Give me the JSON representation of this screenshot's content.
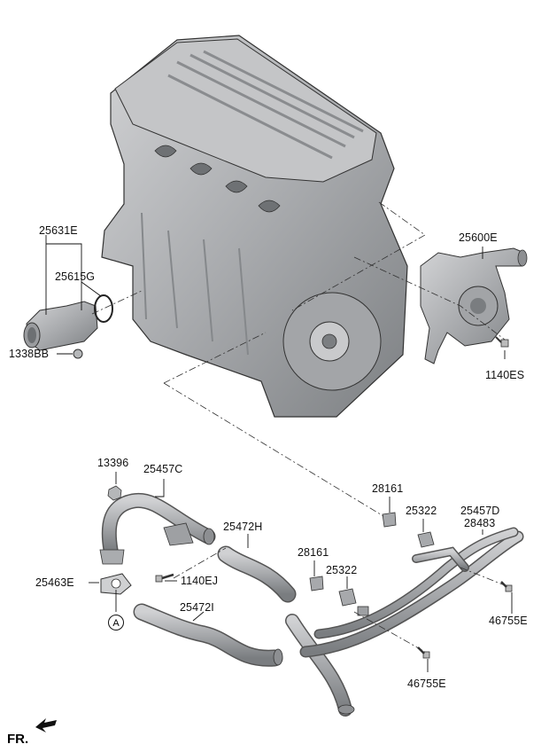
{
  "labels": {
    "p25631E": "25631E",
    "p25615G": "25615G",
    "p1338BB": "1338BB",
    "p25600E": "25600E",
    "p1140ES": "1140ES",
    "p13396": "13396",
    "p25457C": "25457C",
    "p28161a": "28161",
    "p25322a": "25322",
    "p25457D": "25457D",
    "p28483": "28483",
    "p25472H": "25472H",
    "p28161b": "28161",
    "p25322b": "25322",
    "p1140EJ": "1140EJ",
    "p25463E": "25463E",
    "p25472I": "25472I",
    "p46755Ea": "46755E",
    "p46755Eb": "46755E"
  },
  "callout_a": "A",
  "front_marker": "FR.",
  "colors": {
    "part_fill": "#b9babc",
    "part_dark": "#8d8f92",
    "part_light": "#d6d7d9",
    "line": "#111111"
  }
}
